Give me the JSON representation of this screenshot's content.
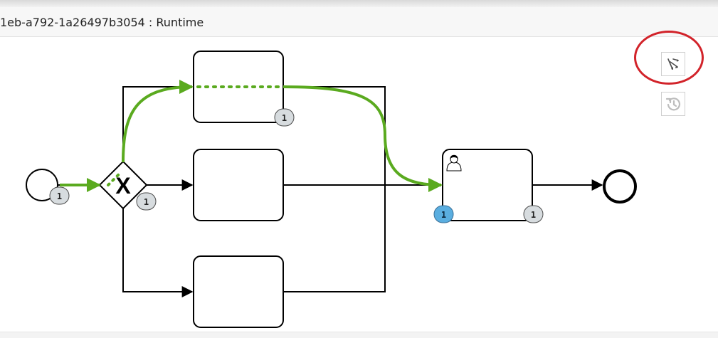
{
  "header": {
    "title": "1eb-a792-1a26497b3054 : Runtime"
  },
  "diagram": {
    "gateway_marker": "X",
    "badges": {
      "start_event": "1",
      "gateway": "1",
      "task_top": "1",
      "user_task_active": "1",
      "user_task_completed": "1"
    },
    "colors": {
      "flow_taken": "#5aaa1f",
      "badge_active": "#5aaee0",
      "badge_completed": "#d7dcdf",
      "annotation": "#d2232a"
    }
  },
  "controls": {
    "token_simulation": {
      "icon": "flow-arrows-icon"
    },
    "history": {
      "icon": "history-icon"
    }
  }
}
